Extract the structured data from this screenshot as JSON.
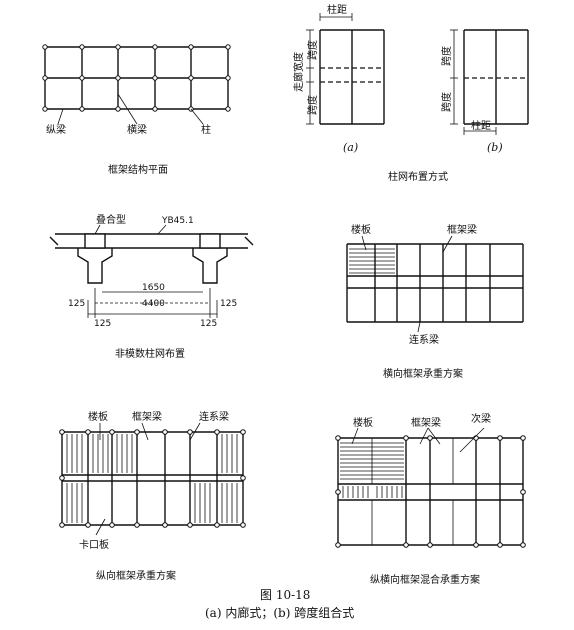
{
  "panel1": {
    "label_zongliang": "纵梁",
    "label_hengliang": "横梁",
    "label_zhu": "柱",
    "caption": "框架结构平面"
  },
  "panel2": {
    "label_zhuju_top": "柱距",
    "label_zoulang": "走廊宽度",
    "label_kuadu_a1": "跨度",
    "label_kuadu_a2": "跨度",
    "label_kuadu_b1": "跨度",
    "label_kuadu_b2": "跨度",
    "label_zhuju_bottom": "柱距",
    "sub_a": "(a)",
    "sub_b": "(b)",
    "caption": "柱网布置方式"
  },
  "panel3": {
    "label_diehe": "叠合型",
    "label_yb": "YB45.1",
    "dim_1650": "1650",
    "dim_4400": "4400",
    "dim_125_l": "125",
    "dim_125_r": "125",
    "dim_125_bl": "125",
    "dim_125_br": "125",
    "caption": "非模数柱网布置"
  },
  "panel4": {
    "label_louban": "楼板",
    "label_kuangjialiang": "框架梁",
    "label_lianxiliang": "连系梁",
    "caption": "横向框架承重方案"
  },
  "panel5": {
    "label_louban": "楼板",
    "label_kuangjialiang": "框架梁",
    "label_lianxiliang": "连系梁",
    "label_kakouban": "卡口板",
    "caption": "纵向框架承重方案"
  },
  "panel6": {
    "label_louban": "楼板",
    "label_kuangjialiang": "框架梁",
    "label_ciliang": "次梁",
    "caption": "纵横向框架混合承重方案"
  },
  "figure": {
    "number": "图 10-18",
    "subcaption": "(a) 内廊式；(b) 跨度组合式"
  }
}
